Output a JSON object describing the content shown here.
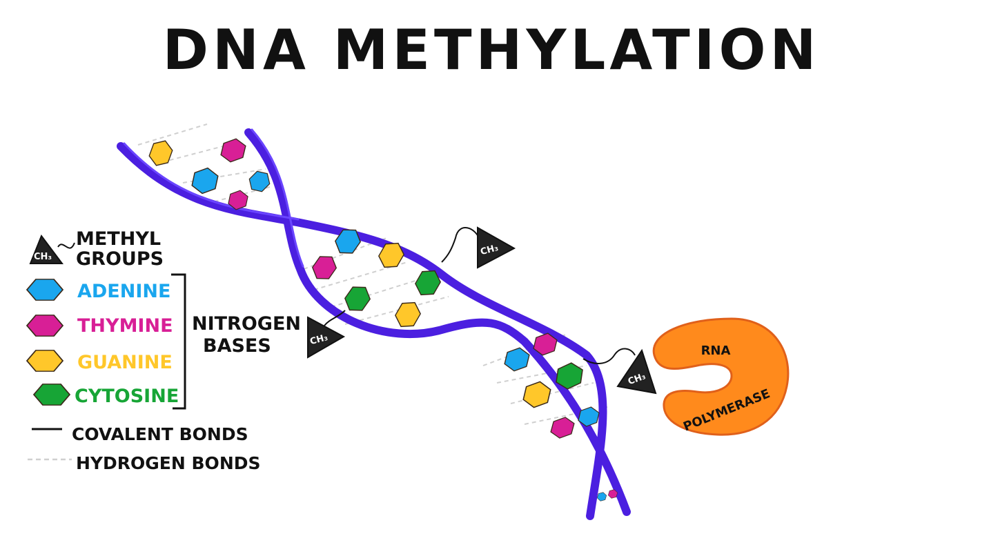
{
  "title": "DNA METHYLATION",
  "legend": {
    "methyl_line1": "METHYL",
    "methyl_line2": "GROUPS",
    "adenine": "ADENINE",
    "thymine": "THYMINE",
    "guanine": "GUANINE",
    "cytosine": "CYTOSINE",
    "nitrogen_line1": "NITROGEN",
    "nitrogen_line2": "BASES",
    "covalent": "COVALENT BONDS",
    "hydrogen": "HYDROGEN BONDS"
  },
  "methyl_tag": "CH₃",
  "enzyme": {
    "line1": "RNA",
    "line2": "POLYMERASE"
  },
  "colors": {
    "strand": "#4b1fe0",
    "adenine": "#1aa6ee",
    "thymine": "#d81f96",
    "guanine": "#ffc72a",
    "cytosine": "#17a536",
    "methyl": "#222222",
    "enzyme": "#ff8a1c"
  }
}
